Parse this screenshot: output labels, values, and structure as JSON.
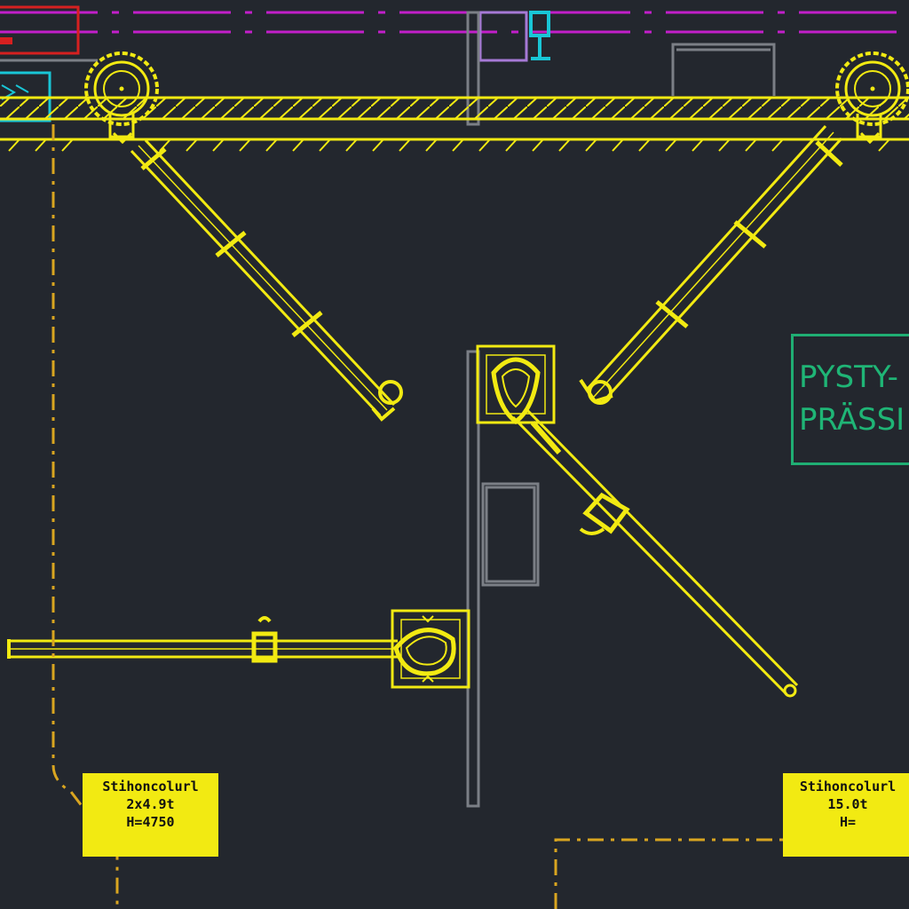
{
  "labels": {
    "zone_line1": "PYSTY-",
    "zone_line2": "PRÄSSI"
  },
  "tags": {
    "left": {
      "line1": "Stihoncolurl",
      "line2": "2x4.9t",
      "line3": "H=4750"
    },
    "right": {
      "line1": "Stihoncolurl",
      "line2": "15.0t",
      "line3": "H="
    }
  },
  "colors": {
    "background": "#23272e",
    "equipment": "#f2ea12",
    "boundary": "#d9a520",
    "wall": "#7b7f86",
    "grid_line": "#c21fc9",
    "zone_label": "#1fb576",
    "cyan": "#19c6d6",
    "red": "#d62020"
  }
}
